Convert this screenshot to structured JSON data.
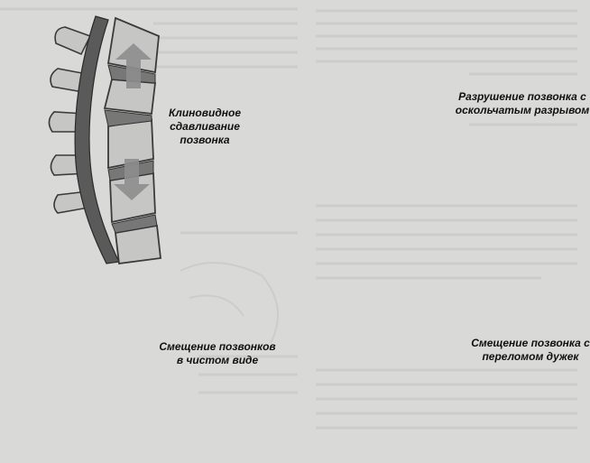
{
  "panels": {
    "wedge": {
      "caption": "Клиновидное сдавливание позвонка"
    },
    "comminuted": {
      "caption": "Разрушение позвонка с оскольчатым разрывом"
    },
    "displacement": {
      "caption": "Смещение позвонков в чистом виде"
    },
    "arch_fracture": {
      "caption": "Смещение позвонка с переломом дужек"
    }
  },
  "colors": {
    "page": "#d9d9d7",
    "bone": "#c6c6c4",
    "bone_outline": "#3a3a3a",
    "disc": "#777777",
    "cord": "#5a5a5a",
    "arrow": "#8e8e8e"
  }
}
